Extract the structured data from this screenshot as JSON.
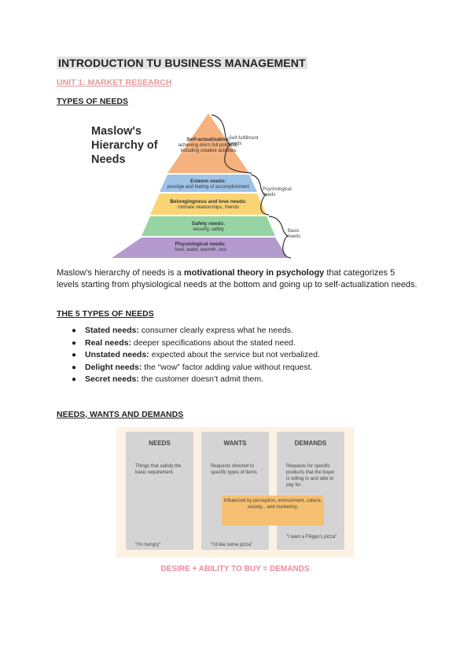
{
  "document": {
    "title": "INTRODUCTION TU BUSINESS MANAGEMENT",
    "unit": "UNIT 1: MARKET RESEARCH"
  },
  "types_of_needs": {
    "heading": "TYPES OF NEEDS",
    "figure": {
      "title": "Maslow's\nHierarchy of\nNeeds",
      "levels": [
        {
          "name": "Self-actualization:",
          "desc": "achieving one's full potential, including creative activities",
          "color": "#f6b27e"
        },
        {
          "name": "Esteem needs:",
          "desc": "prestige and feeling of accomplishment",
          "color": "#9fc3e7"
        },
        {
          "name": "Belongingness and love needs:",
          "desc": "intimate relationships, friends",
          "color": "#fbd573"
        },
        {
          "name": "Safety needs:",
          "desc": "security, safety",
          "color": "#96d4a3"
        },
        {
          "name": "Physiological needs:",
          "desc": "food, water, warmth, rest",
          "color": "#b59ad0"
        }
      ],
      "groups": [
        {
          "label": "Self-fulfillment needs"
        },
        {
          "label": "Psychological needs"
        },
        {
          "label": "Basic needs"
        }
      ]
    },
    "paragraph": {
      "part1": "Maslow’s hierarchy of needs is a ",
      "bold": "motivational theory in psychology",
      "part2": " that categorizes 5 levels starting from physiological needs at the bottom and going up to self-actualization needs."
    }
  },
  "five_types": {
    "heading": "THE 5 TYPES OF NEEDS",
    "items": [
      {
        "term": "Stated needs:",
        "text": " consumer clearly express what he needs."
      },
      {
        "term": "Real needs:",
        "text": " deeper specifications about the stated need."
      },
      {
        "term": "Unstated needs:",
        "text": " expected about the service but not verbalized."
      },
      {
        "term": "Delight needs:",
        "text": " the “wow” factor adding value without request."
      },
      {
        "term": "Secret needs:",
        "text": " the customer doesn’t admit them."
      }
    ]
  },
  "nwd": {
    "heading": "NEEDS, WANTS AND DEMANDS",
    "columns": [
      {
        "title": "NEEDS",
        "desc": "Things that satisfy the basic requirement.",
        "quote": "\"I'm hungry\""
      },
      {
        "title": "WANTS",
        "desc": "Requests directed to specific types of items",
        "quote": "\"I'd like some pizza\""
      },
      {
        "title": "DEMANDS",
        "desc": "Requests for specific products that the buyer is willing to and able to pay for.",
        "quote": "\"I want a Filippo's pizza\""
      }
    ],
    "influence": "Influenced by perception, environment, culture, society... and marketing.",
    "equation": "DESIRE + ABILITY TO BUY = DEMANDS"
  }
}
